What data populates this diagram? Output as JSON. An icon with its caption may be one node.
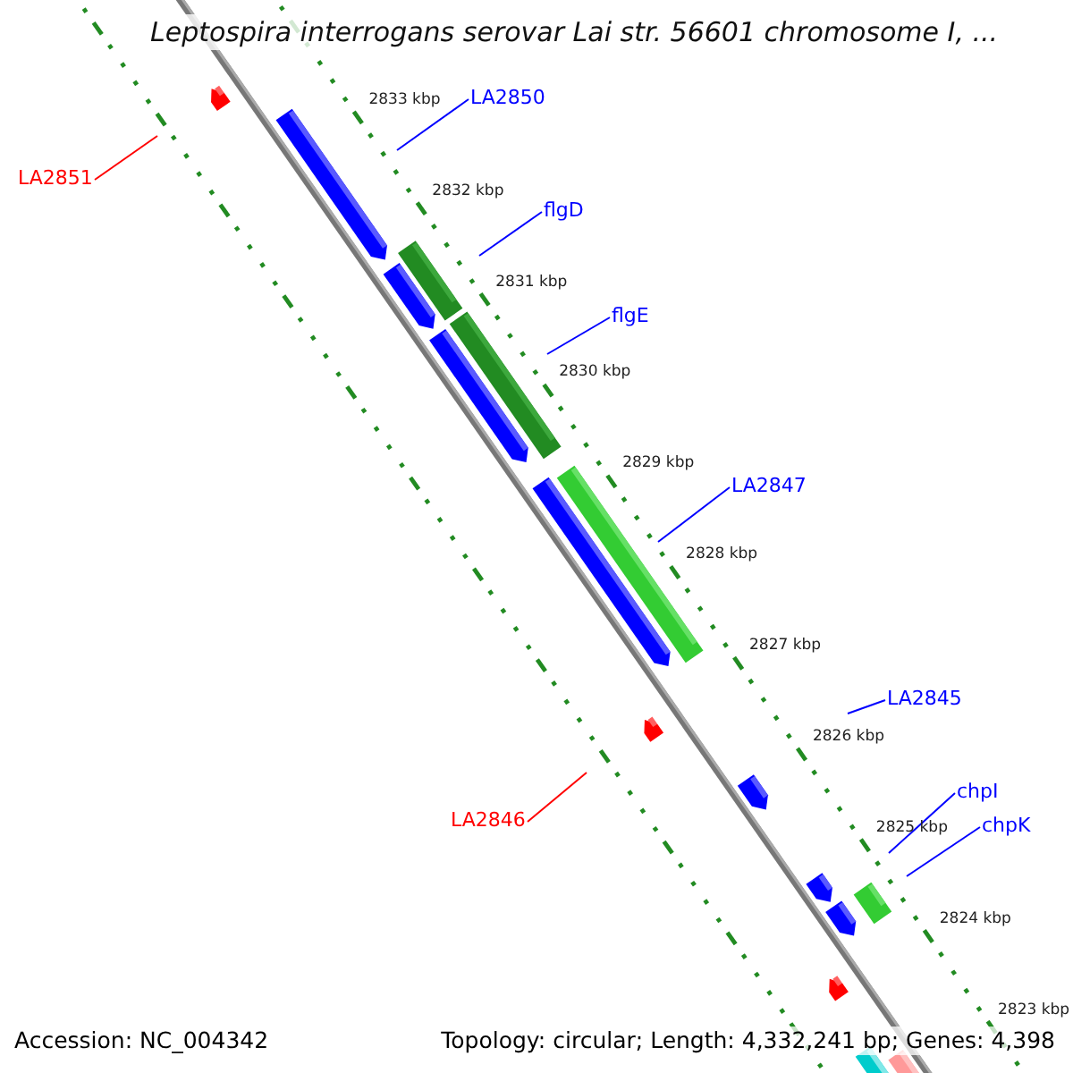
{
  "diagram": {
    "title": "Leptospira interrogans serovar Lai str. 56601 chromosome I, ...",
    "nodes": [
      {
        "text": [
          "LA2851"
        ]
      },
      {
        "text": [
          "LA2850"
        ]
      },
      {
        "text": [
          "flgD"
        ]
      },
      {
        "text": [
          "flgE"
        ]
      },
      {
        "text": [
          "LA2847"
        ]
      },
      {
        "text": [
          "LA2845"
        ]
      },
      {
        "text": [
          "LA2846"
        ]
      },
      {
        "text": [
          "chpI"
        ]
      },
      {
        "text": [
          "chpK"
        ]
      }
    ],
    "edges": [
      {
        "from": 0,
        "to": null,
        "arrow": "none",
        "color": "#ff0000"
      },
      {
        "from": 1,
        "to": null,
        "arrow": "none"
      },
      {
        "from": 2,
        "to": null,
        "arrow": "none"
      },
      {
        "from": 3,
        "to": null,
        "arrow": "none"
      },
      {
        "from": 4,
        "to": null,
        "arrow": "none"
      },
      {
        "from": 5,
        "to": null,
        "arrow": "none"
      },
      {
        "from": 6,
        "to": null,
        "arrow": "none",
        "color": "#ff0000"
      },
      {
        "from": 7,
        "to": null,
        "arrow": "none"
      },
      {
        "from": 8,
        "to": null,
        "arrow": "none"
      }
    ],
    "labels": [
      "2833 kbp",
      "2832 kbp",
      "2831 kbp",
      "2830 kbp",
      "2829 kbp",
      "2828 kbp",
      "2827 kbp",
      "2826 kbp",
      "2825 kbp",
      "2824 kbp",
      "2823 kbp",
      "Accession: NC_004342",
      "Topology: circular; Length: 4,332,241 bp; Genes: 4,398"
    ]
  }
}
